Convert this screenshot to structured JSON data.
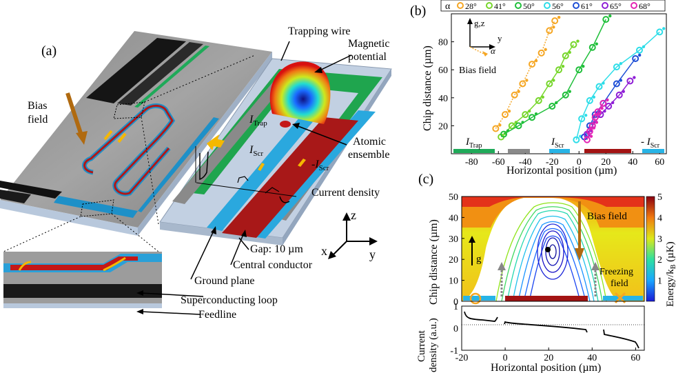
{
  "panel_a": {
    "label": "(a)",
    "bias_field": "Bias field",
    "bias_field_line1": "Bias",
    "bias_field_line2": "field",
    "trapping_wire": "Trapping wire",
    "magnetic_potential_1": "Magnetic",
    "magnetic_potential_2": "potential",
    "atomic_ensemble_1": "Atomic",
    "atomic_ensemble_2": "ensemble",
    "i_trap": "I",
    "i_trap_sub": "Trap",
    "i_scr": "I",
    "i_scr_sub": "Scr",
    "minus_i_scr": "-I",
    "minus_i_scr_sub": "Scr",
    "current_density": "Current density",
    "gap": "Gap: 10 µm",
    "central_conductor": "Central conductor",
    "ground_plane": "Ground plane",
    "superconducting_loop": "Superconducting loop",
    "feedline": "Feedline",
    "axis_z": "z",
    "axis_x": "x",
    "axis_y": "y"
  },
  "panel_b": {
    "label": "(b)",
    "legend_alpha": "α",
    "inset_gz": "g,z",
    "inset_y": "y",
    "inset_alpha": "α",
    "inset_bias": "Bias field",
    "i_trap": "I",
    "i_trap_sub": "Trap",
    "i_scr": "I",
    "i_scr_sub": "Scr",
    "minus_i_scr": "- I",
    "minus_i_scr_sub": "Scr",
    "colors": {
      "green": "#1faa59",
      "gray": "#8a8a8a",
      "cyan": "#27b4e6",
      "red": "#a31313"
    }
  },
  "panel_c": {
    "label": "(c)",
    "bias_field": "Bias field",
    "g": "g",
    "freezing_1": "Freezing",
    "freezing_2": "field",
    "colorbar_label": "Energy/k",
    "colorbar_sub": "B",
    "colorbar_unit": " (µK)",
    "colorbar_ticks": [
      "5",
      "4",
      "3",
      "2",
      "1"
    ]
  },
  "chart_data": [
    {
      "type": "scatter",
      "xlabel": "Horizontal position (µm)",
      "ylabel": "Chip distance (µm)",
      "xlim": [
        -95,
        65
      ],
      "ylim": [
        0,
        100
      ],
      "xticks": [
        "-80",
        "-60",
        "-40",
        "-20",
        "0",
        "20",
        "40",
        "60"
      ],
      "yticks": [
        "20",
        "40",
        "60",
        "80"
      ],
      "legend": "top",
      "series": [
        {
          "name": "28°",
          "color": "#f5a623",
          "marker": "open",
          "x": [
            -62,
            -55,
            -48,
            -42,
            -35,
            -28,
            -22,
            -18
          ],
          "y": [
            18,
            28,
            42,
            50,
            64,
            72,
            88,
            95
          ]
        },
        {
          "name": "41°",
          "color": "#76d62a",
          "marker": "open",
          "x": [
            -58,
            -50,
            -40,
            -30,
            -22,
            -15,
            -10,
            -4
          ],
          "y": [
            12,
            20,
            28,
            38,
            50,
            60,
            70,
            78
          ]
        },
        {
          "name": "50°",
          "color": "#1fbf3a",
          "marker": "open",
          "x": [
            -56,
            -45,
            -35,
            -20,
            -10,
            0,
            10,
            20
          ],
          "y": [
            14,
            20,
            26,
            34,
            42,
            60,
            76,
            96
          ]
        },
        {
          "name": "56°",
          "color": "#2ddde8",
          "marker": "open",
          "x": [
            -2,
            2,
            8,
            15,
            28,
            45,
            60
          ],
          "y": [
            10,
            25,
            38,
            48,
            62,
            74,
            87
          ]
        },
        {
          "name": "61°",
          "color": "#1e4fd6",
          "marker": "open",
          "x": [
            4,
            8,
            12,
            18,
            28,
            42
          ],
          "y": [
            12,
            20,
            28,
            36,
            50,
            68
          ]
        },
        {
          "name": "65°",
          "color": "#8f1fd6",
          "marker": "open",
          "x": [
            6,
            10,
            16,
            22,
            30,
            38
          ],
          "y": [
            14,
            20,
            28,
            34,
            42,
            52
          ]
        },
        {
          "name": "68°",
          "color": "#e424b4",
          "marker": "open",
          "x": [
            6,
            8,
            10,
            12,
            14,
            18
          ],
          "y": [
            10,
            16,
            20,
            26,
            30,
            36
          ]
        }
      ]
    },
    {
      "type": "heatmap",
      "xlim": [
        -20,
        64
      ],
      "ylim": [
        0,
        50
      ],
      "ylabel": "Chip distance (µm)",
      "yticks": [
        "0",
        "10",
        "20",
        "30",
        "40",
        "50"
      ],
      "zlim": [
        0,
        5
      ]
    },
    {
      "type": "line",
      "xlabel": "Horizontal position (µm)",
      "ylabel": "Current density (a.u.)",
      "ylabel_1": "Current",
      "ylabel_2": "density (a.u.)",
      "xlim": [
        -20,
        64
      ],
      "ylim": [
        -1,
        1
      ],
      "xticks": [
        "-20",
        "0",
        "20",
        "40",
        "60"
      ],
      "yticks": [
        "1",
        "0",
        "-1"
      ]
    }
  ]
}
